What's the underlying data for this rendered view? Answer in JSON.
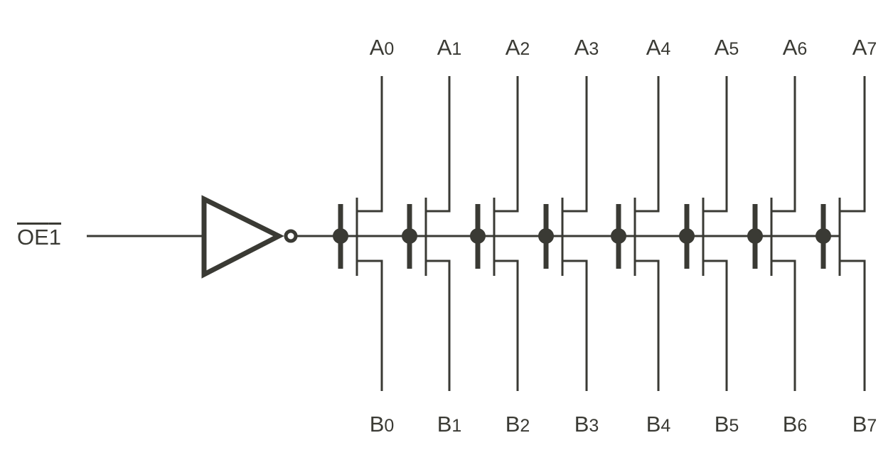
{
  "diagram": {
    "input_label": {
      "main": "OE",
      "index": "1"
    },
    "a_pins": [
      {
        "letter": "A",
        "index": "0"
      },
      {
        "letter": "A",
        "index": "1"
      },
      {
        "letter": "A",
        "index": "2"
      },
      {
        "letter": "A",
        "index": "3"
      },
      {
        "letter": "A",
        "index": "4"
      },
      {
        "letter": "A",
        "index": "5"
      },
      {
        "letter": "A",
        "index": "6"
      },
      {
        "letter": "A",
        "index": "7"
      }
    ],
    "b_pins": [
      {
        "letter": "B",
        "index": "0"
      },
      {
        "letter": "B",
        "index": "1"
      },
      {
        "letter": "B",
        "index": "2"
      },
      {
        "letter": "B",
        "index": "3"
      },
      {
        "letter": "B",
        "index": "4"
      },
      {
        "letter": "B",
        "index": "5"
      },
      {
        "letter": "B",
        "index": "6"
      },
      {
        "letter": "B",
        "index": "7"
      }
    ],
    "line_color": "#3a3a34"
  }
}
